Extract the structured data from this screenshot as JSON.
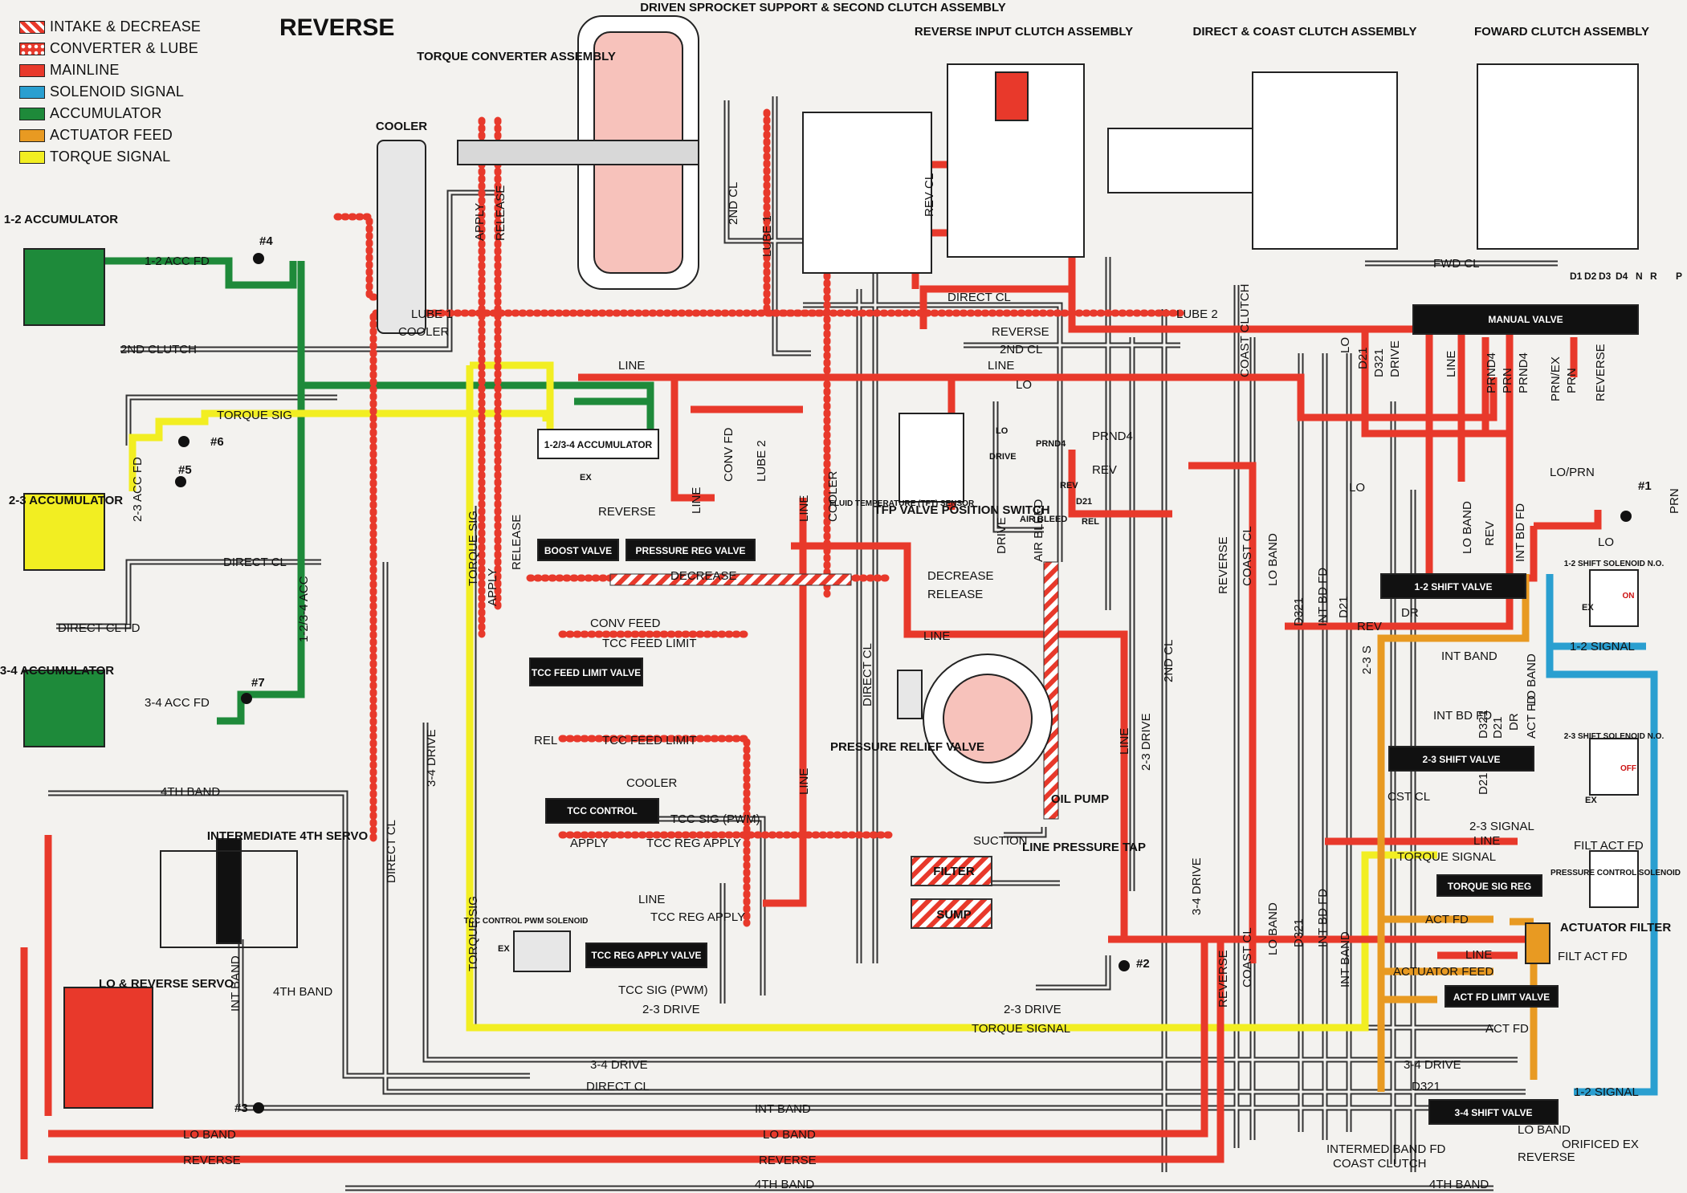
{
  "title": "REVERSE",
  "legend": [
    {
      "label": "INTAKE & DECREASE",
      "color": "#e8392b",
      "pattern": "hatch"
    },
    {
      "label": "CONVERTER & LUBE",
      "color": "#e8392b",
      "pattern": "dots"
    },
    {
      "label": "MAINLINE",
      "color": "#e8392b",
      "pattern": "solid"
    },
    {
      "label": "SOLENOID SIGNAL",
      "color": "#2a9fd0",
      "pattern": "solid"
    },
    {
      "label": "ACCUMULATOR",
      "color": "#1e8a3a",
      "pattern": "solid"
    },
    {
      "label": "ACTUATOR FEED",
      "color": "#e89a22",
      "pattern": "solid"
    },
    {
      "label": "TORQUE SIGNAL",
      "color": "#f2ee22",
      "pattern": "solid"
    }
  ],
  "components": {
    "torque_converter": "TORQUE CONVERTER ASSEMBLY",
    "cooler": "COOLER",
    "sprocket": "DRIVEN SPROCKET SUPPORT & SECOND CLUTCH ASSEMBLY",
    "reverse_input": "REVERSE INPUT CLUTCH ASSEMBLY",
    "direct_coast": "DIRECT & COAST CLUTCH ASSEMBLY",
    "forward": "FOWARD CLUTCH ASSEMBLY",
    "acc12": "1-2 ACCUMULATOR",
    "acc23": "2-3 ACCUMULATOR",
    "acc34": "3-4 ACCUMULATOR",
    "int_servo": "INTERMEDIATE 4TH SERVO",
    "lo_rev_servo": "LO & REVERSE SERVO",
    "manual_valve": "MANUAL VALVE",
    "shift12": "1-2 SHIFT VALVE",
    "shift23": "2-3 SHIFT VALVE",
    "shift34": "3-4 SHIFT VALVE",
    "boost": "BOOST VALVE",
    "pressure_reg": "PRESSURE REG VALVE",
    "acc_valve": "1-2/3-4 ACCUMULATOR",
    "tcc_feed_limit": "TCC FEED LIMIT VALVE",
    "tcc_control": "TCC CONTROL",
    "tcc_reg_apply": "TCC REG APPLY VALVE",
    "torque_sig_reg": "TORQUE SIG REG",
    "act_fd_limit": "ACT FD LIMIT VALVE",
    "oil_pump": "OIL PUMP",
    "relief": "PRESSURE RELIEF VALVE",
    "tfp": "TFP VALVE POSITION SWITCH",
    "tft": "FLUID TEMPERATURE (TFT) SENSOR",
    "filter": "FILTER",
    "sump": "SUMP",
    "line_tap": "LINE PRESSURE TAP",
    "actuator_filter": "ACTUATOR FILTER",
    "tcc_pwm_solenoid": "TCC CONTROL PWM SOLENOID",
    "sol12": "1-2 SHIFT SOLENOID N.O.",
    "sol23": "2-3 SHIFT SOLENOID N.O.",
    "pc_solenoid": "PRESSURE CONTROL SOLENOID",
    "sol12_state": "ON",
    "sol23_state": "OFF"
  },
  "gear_positions": [
    "D1",
    "D2",
    "D3",
    "D4",
    "N",
    "R",
    "P"
  ],
  "checkballs": [
    "#1",
    "#2",
    "#3",
    "#4",
    "#5",
    "#6",
    "#7"
  ],
  "passages": {
    "acc12_fd": "1-2 ACC FD",
    "second_clutch": "2ND CLUTCH",
    "torque_sig": "TORQUE SIG",
    "acc23_fd": "2-3 ACC FD",
    "direct_cl": "DIRECT CL",
    "direct_cl_fd": "DIRECT CL FD",
    "acc34_fd": "3-4 ACC FD",
    "acc1234": "1-2/3-4 ACC",
    "fourth_band": "4TH BAND",
    "int_band": "INT BAND",
    "lo_band": "LO BAND",
    "reverse": "REVERSE",
    "drive34": "3-4 DRIVE",
    "drive23": "2-3 DRIVE",
    "torque_signal": "TORQUE SIGNAL",
    "line": "LINE",
    "lube1": "LUBE 1",
    "lube2": "LUBE 2",
    "cooler": "COOLER",
    "apply": "APPLY",
    "release": "RELEASE",
    "second_cl": "2ND CL",
    "rev_cl": "REV CL",
    "fwd_cl": "FWD CL",
    "coast_clutch": "COAST CLUTCH",
    "coast_cl": "COAST CL",
    "decrease": "DECREASE",
    "conv_fd": "CONV FD",
    "conv_feed": "CONV FEED",
    "tcc_feed_limit": "TCC FEED LIMIT",
    "rel": "REL",
    "tcc_sig": "TCC SIG (PWM)",
    "tcc_reg_apply": "TCC REG APPLY",
    "suction": "SUCTION",
    "lo": "LO",
    "lo_prn": "LO/PRN",
    "prn": "PRN",
    "prnd4": "PRND4",
    "d21": "D21",
    "d321": "D321",
    "dr": "DR",
    "rev": "REV",
    "int_bd_fd": "INT BD FD",
    "signal12": "1-2 SIGNAL",
    "signal23": "2-3 SIGNAL",
    "filt_act_fd": "FILT ACT FD",
    "act_fd": "ACT FD",
    "actuator_feed": "ACTUATOR FEED",
    "intermed_band_fd": "INTERMED BAND FD",
    "orificed_ex": "ORIFICED EX",
    "cst_cl": "CST CL",
    "prn_ex": "PRN/EX",
    "reverse_short": "REVERSE",
    "drive": "DRIVE",
    "ex": "EX",
    "air_bleed": "AIR BLEED",
    "s23": "2-3 S",
    "rel_short": "REL",
    "prnd4_label": "PRND4",
    "rev_label": "REV",
    "d21_label": "D21",
    "lo_label": "LO",
    "drive_label": "DRIVE"
  }
}
